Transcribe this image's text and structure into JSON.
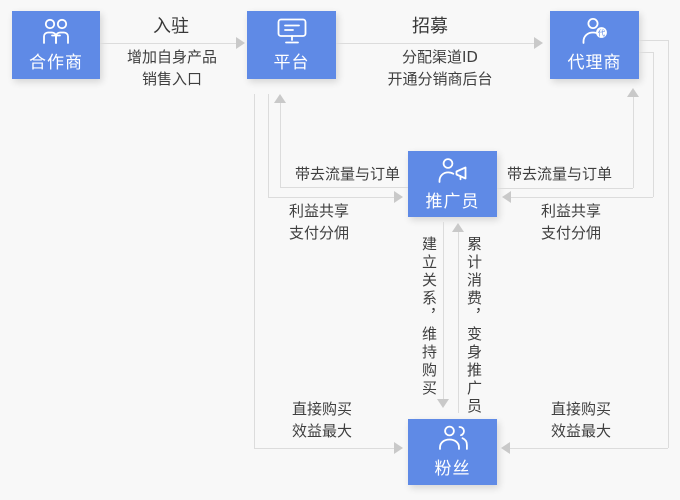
{
  "diagram": {
    "nodes": {
      "partner": {
        "label": "合作商",
        "icon": "partners-icon"
      },
      "platform": {
        "label": "平台",
        "icon": "monitor-icon"
      },
      "agent": {
        "label": "代理商",
        "icon": "agent-person-badge-icon",
        "badge_text": "代"
      },
      "promoter": {
        "label": "推广员",
        "icon": "person-megaphone-icon"
      },
      "fans": {
        "label": "粉丝",
        "icon": "people-group-icon"
      }
    },
    "edges": {
      "partner_to_platform": {
        "title": "入驻",
        "desc1": "增加自身产品",
        "desc2": "销售入口"
      },
      "platform_to_agent": {
        "title": "招募",
        "desc1": "分配渠道ID",
        "desc2": "开通分销商后台"
      },
      "promoter_to_platform": {
        "label": "带去流量与订单"
      },
      "platform_to_promoter": {
        "line1": "利益共享",
        "line2": "支付分佣"
      },
      "promoter_to_agent": {
        "label": "带去流量与订单"
      },
      "agent_to_promoter": {
        "line1": "利益共享",
        "line2": "支付分佣"
      },
      "promoter_to_fans": {
        "label": "建立关系，维持购买"
      },
      "fans_to_promoter": {
        "label": "累计消费，变身推广员"
      },
      "platform_to_fans": {
        "line1": "直接购买",
        "line2": "效益最大"
      },
      "agent_to_fans": {
        "line1": "直接购买",
        "line2": "效益最大"
      }
    },
    "colors": {
      "node_bg": "#5f8ae6",
      "node_text": "#ffffff",
      "line": "#dcdcdc",
      "arrow": "#c9c9c9",
      "label_text": "#3f3f3f",
      "background": "#f8f8f8"
    }
  }
}
